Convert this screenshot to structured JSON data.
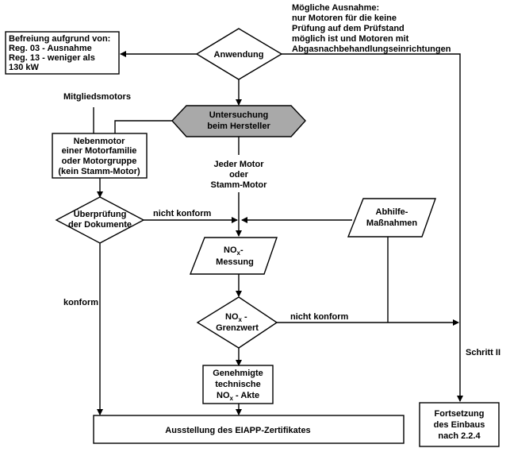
{
  "diagram": {
    "exception_note": {
      "line1": "Mögliche Ausnahme:",
      "line2": "nur Motoren für die keine",
      "line3": "Prüfung auf dem Prüfstand",
      "line4": "möglich ist und Motoren mit",
      "line5": "Abgasnachbehandlungseinrichtungen"
    },
    "exemption_box": {
      "line1": "Befreiung aufgrund von:",
      "line2": "Reg. 03 - Ausnahme",
      "line3": "Reg. 13 - weniger als",
      "line4": "130 kW"
    },
    "anwendung": "Anwendung",
    "mitgliedsmotors": "Mitgliedsmotors",
    "untersuchung": {
      "line1": "Untersuchung",
      "line2": "beim Hersteller"
    },
    "nebenmotor": {
      "line1": "Nebenmotor",
      "line2": "einer Motorfamilie",
      "line3": "oder Motorgruppe",
      "line4": "(kein Stamm-Motor)"
    },
    "jeder_motor": {
      "line1": "Jeder Motor",
      "line2": "oder",
      "line3": "Stamm-Motor"
    },
    "ueberpruefung": {
      "line1": "Überprüfung",
      "line2": "der Dokumente"
    },
    "nicht_konform_1": "nicht konform",
    "abhilfe": {
      "line1": "Abhilfe-",
      "line2": "Maßnahmen"
    },
    "nox_messung": {
      "no": "NO",
      "sub": "x",
      "dash": "-",
      "line2": "Messung"
    },
    "konform": "konform",
    "nox_grenzwert": {
      "no": "NO",
      "sub": "x",
      "dash": " -",
      "line2": "Grenzwert"
    },
    "nicht_konform_2": "nicht konform",
    "schritt": "Schritt II",
    "genehmigte": {
      "line1": "Genehmigte",
      "line2": "technische",
      "no": "NO",
      "sub": "x",
      "rest": " - Akte"
    },
    "eiapp": "Ausstellung des EIAPP-Zertifikates",
    "fortsetzung": {
      "line1": "Fortsetzung",
      "line2": "des Einbaus",
      "line3": "nach 2.2.4"
    },
    "colors": {
      "line": "#000000",
      "hexagon_fill": "#a9a9a9",
      "background": "#ffffff"
    }
  }
}
